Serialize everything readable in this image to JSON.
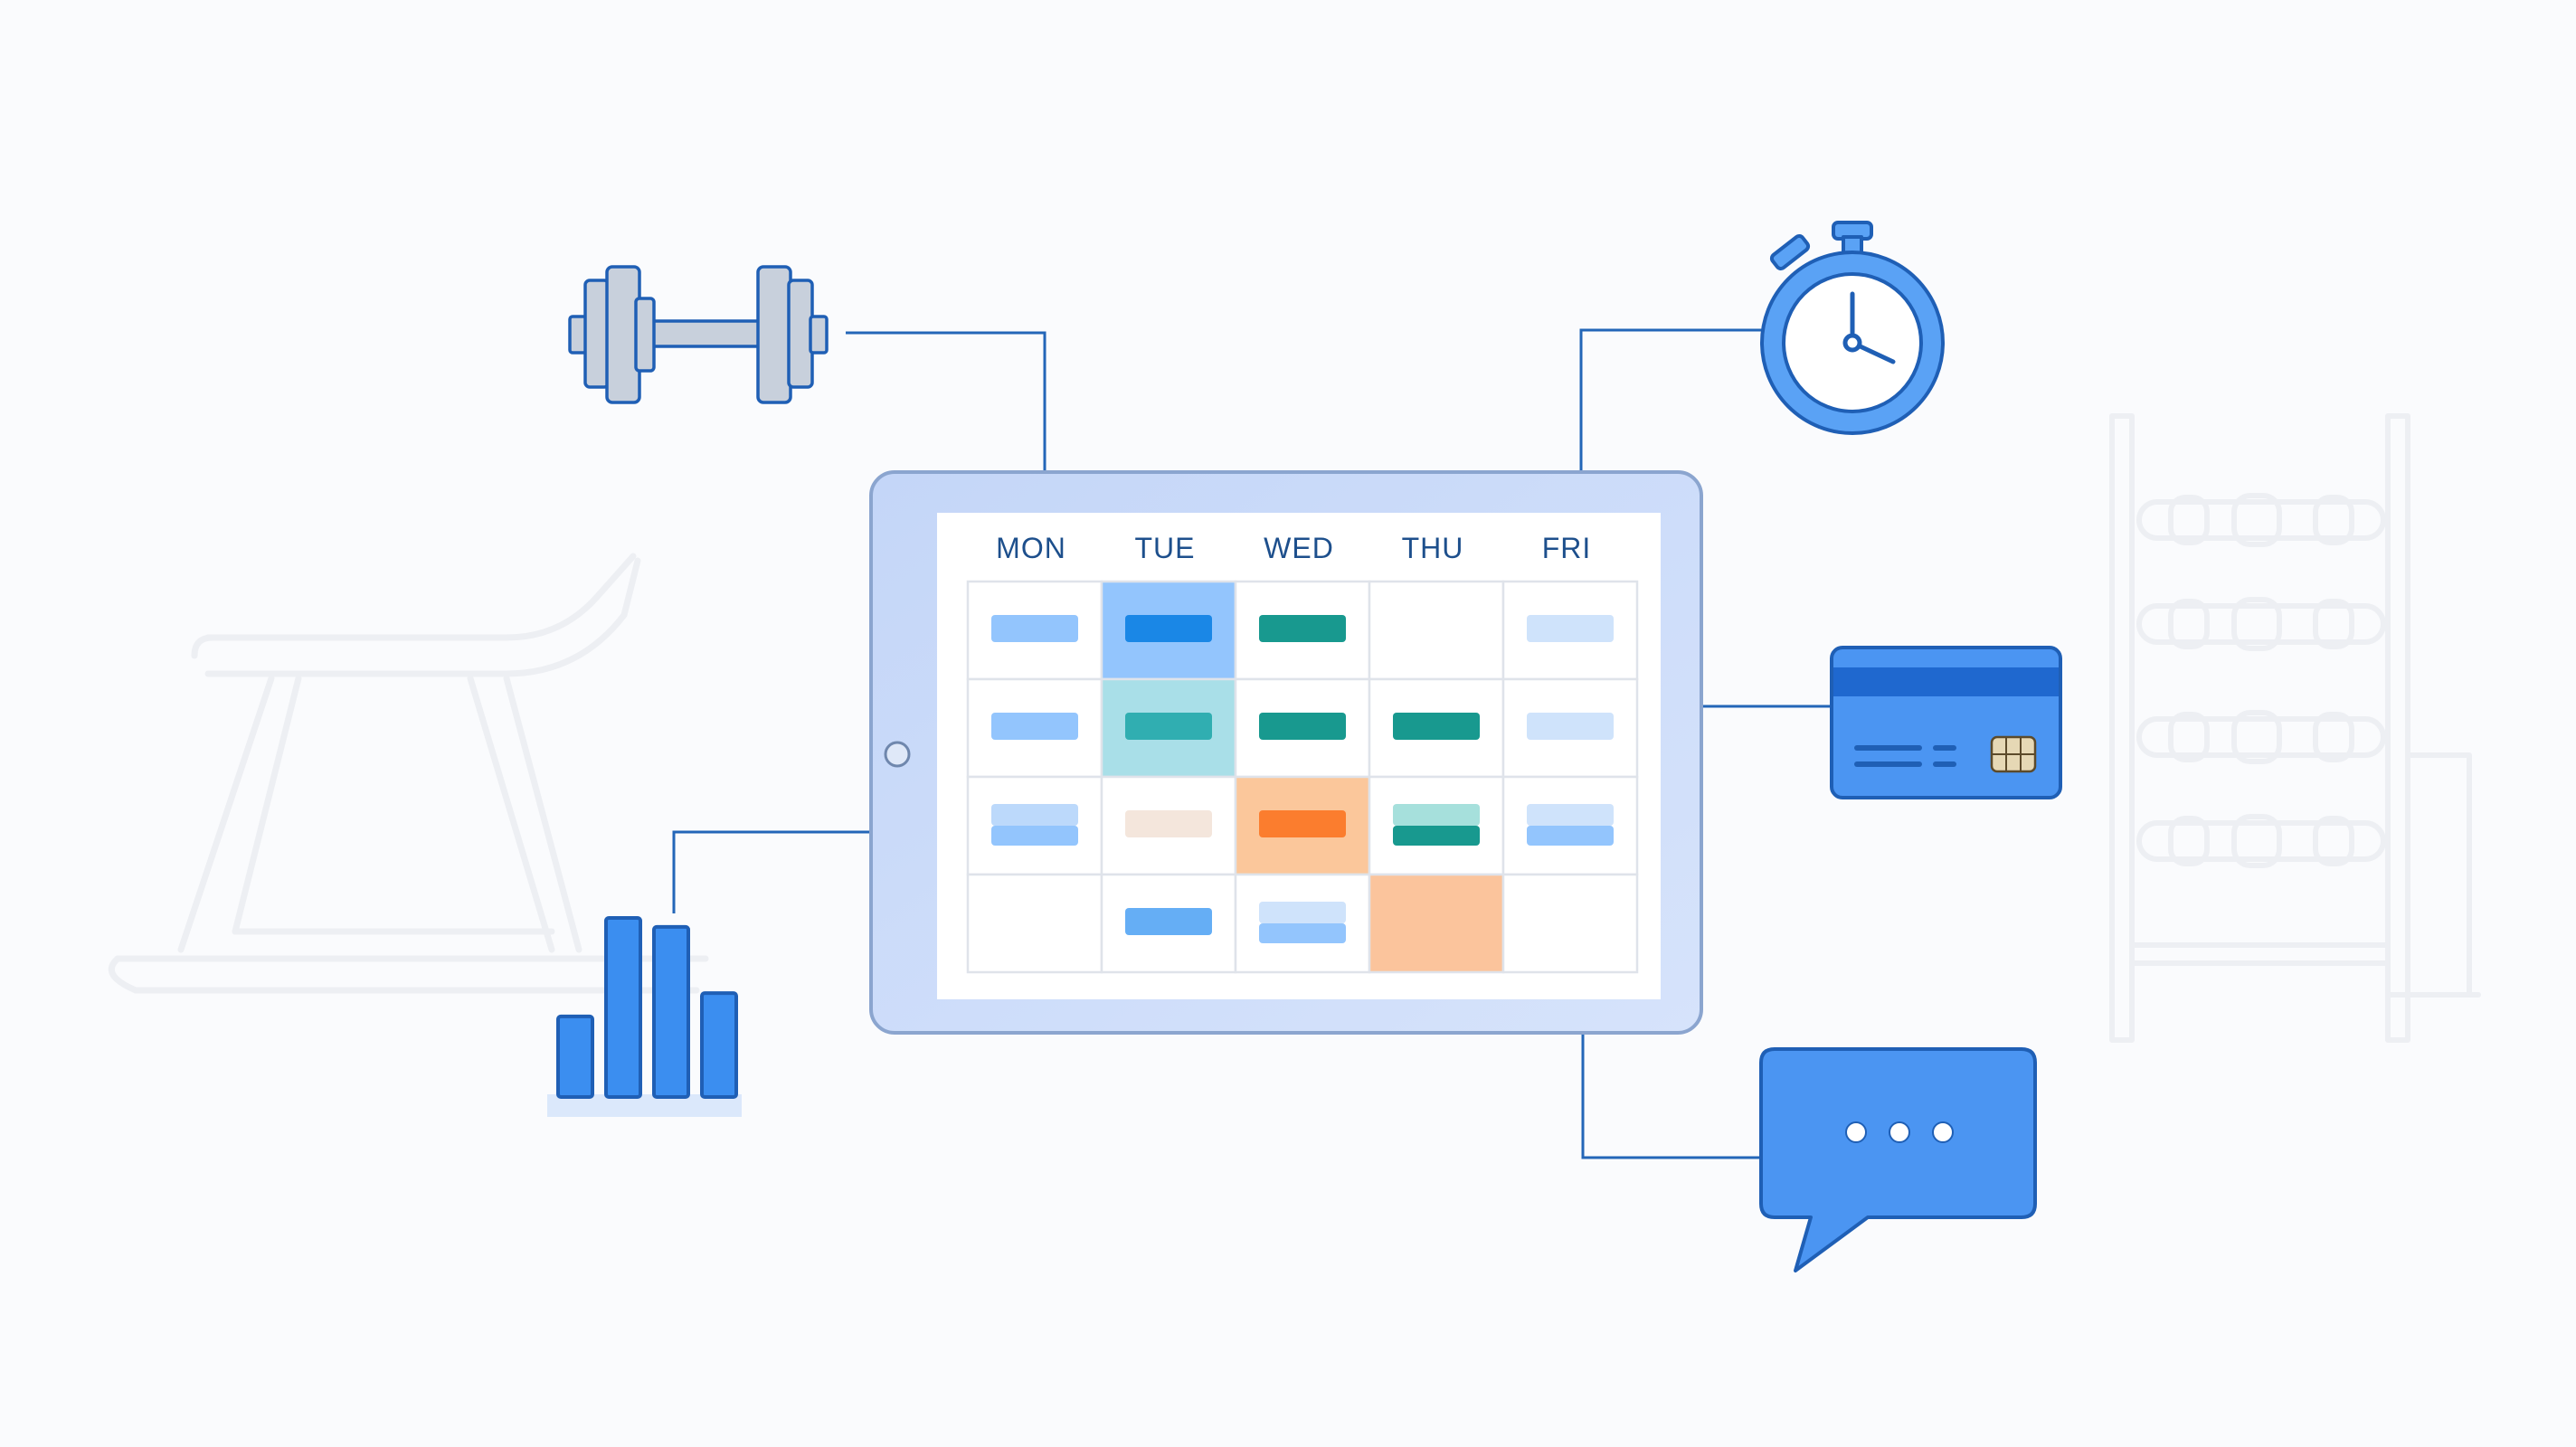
{
  "calendar": {
    "days": [
      "MON",
      "TUE",
      "WED",
      "THU",
      "FRI"
    ],
    "cells": [
      [
        {
          "fill": "",
          "bars": [
            {
              "c": "#93c5fd"
            }
          ]
        },
        {
          "fill": "#93c5fd",
          "bars": [
            {
              "c": "#1a87e6"
            }
          ]
        },
        {
          "fill": "",
          "bars": [
            {
              "c": "#18998f"
            }
          ]
        },
        {
          "fill": "",
          "bars": []
        },
        {
          "fill": "",
          "bars": [
            {
              "c": "#cfe3fb"
            }
          ]
        }
      ],
      [
        {
          "fill": "",
          "bars": [
            {
              "c": "#93c5fd"
            }
          ]
        },
        {
          "fill": "#a9dfe8",
          "bars": [
            {
              "c": "#30aeb1"
            }
          ]
        },
        {
          "fill": "",
          "bars": [
            {
              "c": "#18998f"
            }
          ]
        },
        {
          "fill": "",
          "bars": [
            {
              "c": "#18998f"
            }
          ]
        },
        {
          "fill": "",
          "bars": [
            {
              "c": "#cfe3fb"
            }
          ]
        }
      ],
      [
        {
          "fill": "",
          "bars": [
            {
              "c": "#bcd9fb"
            },
            {
              "c": "#93c5fd"
            }
          ]
        },
        {
          "fill": "",
          "bars": [
            {
              "c": "#f4e6dc"
            }
          ]
        },
        {
          "fill": "#fbc79b",
          "bars": [
            {
              "c": "#fb7d2e"
            }
          ]
        },
        {
          "fill": "",
          "bars": [
            {
              "c": "#a6e0dc"
            },
            {
              "c": "#18998f"
            }
          ]
        },
        {
          "fill": "",
          "bars": [
            {
              "c": "#cfe3fb"
            },
            {
              "c": "#93c5fd"
            }
          ]
        }
      ],
      [
        {
          "fill": "",
          "bars": []
        },
        {
          "fill": "",
          "bars": [
            {
              "c": "#65aef5"
            }
          ]
        },
        {
          "fill": "",
          "bars": [
            {
              "c": "#cfe3fb"
            },
            {
              "c": "#93c5fd"
            }
          ]
        },
        {
          "fill": "#fbc49c",
          "bars": []
        },
        {
          "fill": "",
          "bars": []
        }
      ]
    ]
  },
  "icons": [
    "dumbbell-icon",
    "stopwatch-icon",
    "credit-card-icon",
    "bar-chart-icon",
    "chat-bubble-icon",
    "treadmill-icon",
    "dumbbell-rack-icon"
  ],
  "bar_chart_icon_levels": [
    0.45,
    1.0,
    0.95,
    0.58
  ],
  "colors": {
    "accent": "#3b8ef0",
    "dark_outline": "#1f5fb5",
    "connector": "#2366b8",
    "tablet_frame": "#c9dafa",
    "text": "#1d4f8c",
    "faint_background": "#edeff3"
  }
}
